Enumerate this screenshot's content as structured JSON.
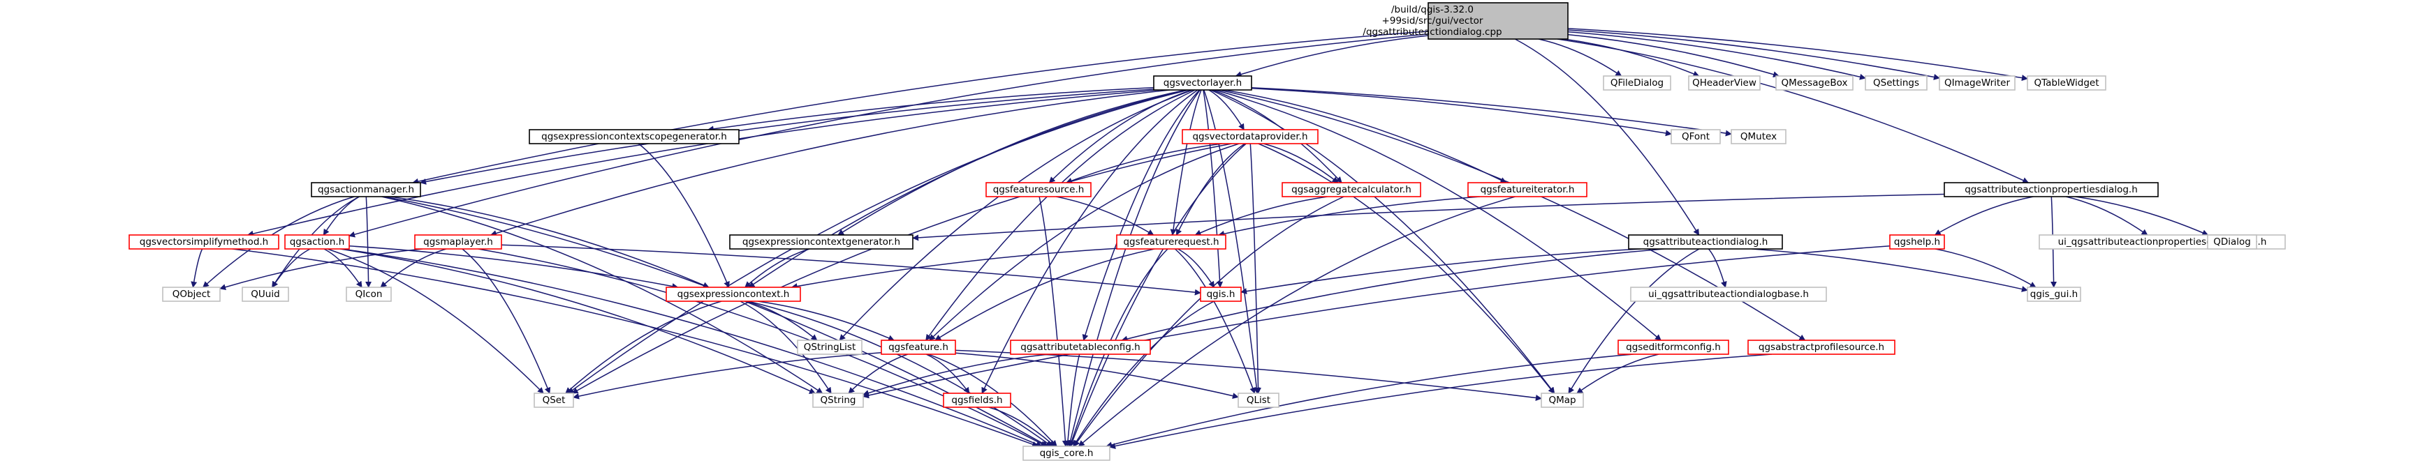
{
  "colors": {
    "edge": "#191970",
    "edge_gray": "#a9a9a9",
    "root_fill": "#bfbfbf",
    "root_border": "#000000",
    "doc_border": "#000000",
    "red_border": "#ff0000",
    "ext_border": "#bfbfbf",
    "node_fill": "#ffffff"
  },
  "nodes": [
    {
      "id": "root",
      "kind": "root",
      "lines": [
        "/build/qgis-3.32.0",
        "+99sid/src/gui/vector",
        "/qgsattributeactiondialog.cpp"
      ]
    },
    {
      "id": "vectorlayer",
      "kind": "doc",
      "lines": [
        "qgsvectorlayer.h"
      ]
    },
    {
      "id": "filedialog",
      "kind": "ext",
      "lines": [
        "QFileDialog"
      ]
    },
    {
      "id": "headerview",
      "kind": "ext",
      "lines": [
        "QHeaderView"
      ]
    },
    {
      "id": "messagebox",
      "kind": "ext",
      "lines": [
        "QMessageBox"
      ]
    },
    {
      "id": "settings",
      "kind": "ext",
      "lines": [
        "QSettings"
      ]
    },
    {
      "id": "imagewriter",
      "kind": "ext",
      "lines": [
        "QImageWriter"
      ]
    },
    {
      "id": "tablewidget",
      "kind": "ext",
      "lines": [
        "QTableWidget"
      ]
    },
    {
      "id": "scopegen",
      "kind": "doc",
      "lines": [
        "qgsexpressioncontextscopegenerator.h"
      ]
    },
    {
      "id": "dataprovider",
      "kind": "red",
      "lines": [
        "qgsvectordataprovider.h"
      ]
    },
    {
      "id": "qfont",
      "kind": "ext",
      "lines": [
        "QFont"
      ]
    },
    {
      "id": "qmutex",
      "kind": "ext",
      "lines": [
        "QMutex"
      ]
    },
    {
      "id": "actionmanager",
      "kind": "doc",
      "lines": [
        "qgsactionmanager.h"
      ]
    },
    {
      "id": "featuresource",
      "kind": "red",
      "lines": [
        "qgsfeaturesource.h"
      ]
    },
    {
      "id": "aggcalc",
      "kind": "red",
      "lines": [
        "qgsaggregatecalculator.h"
      ]
    },
    {
      "id": "featureiterator",
      "kind": "red",
      "lines": [
        "qgsfeatureiterator.h"
      ]
    },
    {
      "id": "actionpropdialog",
      "kind": "doc",
      "lines": [
        "qgsattributeactionpropertiesdialog.h"
      ]
    },
    {
      "id": "simplifymethod",
      "kind": "red",
      "lines": [
        "qgsvectorsimplifymethod.h"
      ]
    },
    {
      "id": "qgsaction",
      "kind": "red",
      "lines": [
        "qgsaction.h"
      ]
    },
    {
      "id": "mapplayer",
      "kind": "red",
      "lines": [
        "qgsmaplayer.h"
      ]
    },
    {
      "id": "contextgen",
      "kind": "doc",
      "lines": [
        "qgsexpressioncontextgenerator.h"
      ]
    },
    {
      "id": "featurerequest",
      "kind": "red",
      "lines": [
        "qgsfeaturerequest.h"
      ]
    },
    {
      "id": "actiondialog",
      "kind": "doc",
      "lines": [
        "qgsattributeactiondialog.h"
      ]
    },
    {
      "id": "qgshelp",
      "kind": "red",
      "lines": [
        "qgshelp.h"
      ]
    },
    {
      "id": "ui_actionprop",
      "kind": "ext",
      "lines": [
        "ui_qgsattributeactionpropertiesdialogbase.h"
      ]
    },
    {
      "id": "qdialog",
      "kind": "ext",
      "lines": [
        "QDialog"
      ]
    },
    {
      "id": "qobject",
      "kind": "ext",
      "lines": [
        "QObject"
      ]
    },
    {
      "id": "quuid",
      "kind": "ext",
      "lines": [
        "QUuid"
      ]
    },
    {
      "id": "qicon",
      "kind": "ext",
      "lines": [
        "QIcon"
      ]
    },
    {
      "id": "exprcontext",
      "kind": "red",
      "lines": [
        "qgsexpressioncontext.h"
      ]
    },
    {
      "id": "qgis",
      "kind": "red",
      "lines": [
        "qgis.h"
      ]
    },
    {
      "id": "ui_actiondialog",
      "kind": "ext",
      "lines": [
        "ui_qgsattributeactiondialogbase.h"
      ]
    },
    {
      "id": "qgis_gui",
      "kind": "ext",
      "lines": [
        "qgis_gui.h"
      ]
    },
    {
      "id": "qstringlist",
      "kind": "ext",
      "lines": [
        "QStringList"
      ]
    },
    {
      "id": "qgsfeature",
      "kind": "red",
      "lines": [
        "qgsfeature.h"
      ]
    },
    {
      "id": "attrtableconfig",
      "kind": "red",
      "lines": [
        "qgsattributetableconfig.h"
      ]
    },
    {
      "id": "editformconfig",
      "kind": "red",
      "lines": [
        "qgseditformconfig.h"
      ]
    },
    {
      "id": "abstractprofile",
      "kind": "red",
      "lines": [
        "qgsabstractprofilesource.h"
      ]
    },
    {
      "id": "qset",
      "kind": "ext",
      "lines": [
        "QSet"
      ]
    },
    {
      "id": "qstring",
      "kind": "ext",
      "lines": [
        "QString"
      ]
    },
    {
      "id": "qlist",
      "kind": "ext",
      "lines": [
        "QList"
      ]
    },
    {
      "id": "qmap",
      "kind": "ext",
      "lines": [
        "QMap"
      ]
    },
    {
      "id": "qgsfields",
      "kind": "red",
      "lines": [
        "qgsfields.h"
      ]
    },
    {
      "id": "qgis_core",
      "kind": "ext",
      "lines": [
        "qgis_core.h"
      ]
    }
  ],
  "edges": [
    [
      "root",
      "vectorlayer"
    ],
    [
      "root",
      "filedialog"
    ],
    [
      "root",
      "headerview"
    ],
    [
      "root",
      "messagebox"
    ],
    [
      "root",
      "settings"
    ],
    [
      "root",
      "imagewriter"
    ],
    [
      "root",
      "tablewidget"
    ],
    [
      "root",
      "actiondialog"
    ],
    [
      "root",
      "actionpropdialog"
    ],
    [
      "root",
      "actionmanager"
    ],
    [
      "root",
      "qgsaction"
    ],
    [
      "vectorlayer",
      "scopegen"
    ],
    [
      "vectorlayer",
      "dataprovider"
    ],
    [
      "vectorlayer",
      "qfont"
    ],
    [
      "vectorlayer",
      "qmutex"
    ],
    [
      "vectorlayer",
      "actionmanager"
    ],
    [
      "vectorlayer",
      "featuresource"
    ],
    [
      "vectorlayer",
      "aggcalc"
    ],
    [
      "vectorlayer",
      "featureiterator"
    ],
    [
      "vectorlayer",
      "simplifymethod"
    ],
    [
      "vectorlayer",
      "mapplayer"
    ],
    [
      "vectorlayer",
      "contextgen"
    ],
    [
      "vectorlayer",
      "featurerequest"
    ],
    [
      "vectorlayer",
      "exprcontext"
    ],
    [
      "vectorlayer",
      "qgis"
    ],
    [
      "vectorlayer",
      "qstringlist"
    ],
    [
      "vectorlayer",
      "qgsfeature"
    ],
    [
      "vectorlayer",
      "attrtableconfig"
    ],
    [
      "vectorlayer",
      "editformconfig"
    ],
    [
      "vectorlayer",
      "abstractprofile"
    ],
    [
      "vectorlayer",
      "qset"
    ],
    [
      "vectorlayer",
      "qlist"
    ],
    [
      "vectorlayer",
      "qmap"
    ],
    [
      "vectorlayer",
      "qgsfields"
    ],
    [
      "vectorlayer",
      "qgis_core"
    ],
    [
      "scopegen",
      "exprcontext"
    ],
    [
      "dataprovider",
      "featuresource"
    ],
    [
      "dataprovider",
      "aggcalc"
    ],
    [
      "dataprovider",
      "featurerequest"
    ],
    [
      "dataprovider",
      "qgsfeature"
    ],
    [
      "dataprovider",
      "qset"
    ],
    [
      "dataprovider",
      "qlist"
    ],
    [
      "dataprovider",
      "qmap"
    ],
    [
      "dataprovider",
      "qgis_core"
    ],
    [
      "actionmanager",
      "qobject"
    ],
    [
      "actionmanager",
      "quuid"
    ],
    [
      "actionmanager",
      "qicon"
    ],
    [
      "actionmanager",
      "qgsaction"
    ],
    [
      "actionmanager",
      "exprcontext"
    ],
    [
      "actionmanager",
      "qstring"
    ],
    [
      "actionmanager",
      "qgis_core"
    ],
    [
      "featuresource",
      "featurerequest"
    ],
    [
      "featuresource",
      "qgis_core"
    ],
    [
      "aggcalc",
      "featurerequest"
    ],
    [
      "aggcalc",
      "qgis_core"
    ],
    [
      "featureiterator",
      "featurerequest"
    ],
    [
      "featureiterator",
      "qgis_core"
    ],
    [
      "actionpropdialog",
      "contextgen"
    ],
    [
      "actionpropdialog",
      "qgshelp"
    ],
    [
      "actionpropdialog",
      "ui_actionprop"
    ],
    [
      "actionpropdialog",
      "qdialog"
    ],
    [
      "actionpropdialog",
      "qgis_gui"
    ],
    [
      "simplifymethod",
      "qobject"
    ],
    [
      "simplifymethod",
      "qgis_core"
    ],
    [
      "qgsaction",
      "quuid"
    ],
    [
      "qgsaction",
      "qicon"
    ],
    [
      "qgsaction",
      "exprcontext"
    ],
    [
      "qgsaction",
      "qgis_core"
    ],
    [
      "qgsaction",
      "qset"
    ],
    [
      "qgsaction",
      "qstring"
    ],
    [
      "mapplayer",
      "qobject"
    ],
    [
      "mapplayer",
      "qicon"
    ],
    [
      "mapplayer",
      "qgis"
    ],
    [
      "mapplayer",
      "qset"
    ],
    [
      "mapplayer",
      "qgis_core"
    ],
    [
      "contextgen",
      "exprcontext"
    ],
    [
      "featurerequest",
      "exprcontext"
    ],
    [
      "featurerequest",
      "qgsfeature"
    ],
    [
      "featurerequest",
      "qgis"
    ],
    [
      "featurerequest",
      "qlist"
    ],
    [
      "featurerequest",
      "qgis_core"
    ],
    [
      "actiondialog",
      "qgis"
    ],
    [
      "actiondialog",
      "ui_actiondialog"
    ],
    [
      "actiondialog",
      "qgis_gui"
    ],
    [
      "actiondialog",
      "attrtableconfig"
    ],
    [
      "actiondialog",
      "qmap"
    ],
    [
      "qgshelp",
      "qgis_gui"
    ],
    [
      "qgshelp",
      "qstring"
    ],
    [
      "exprcontext",
      "qstringlist"
    ],
    [
      "exprcontext",
      "qgsfeature"
    ],
    [
      "exprcontext",
      "qset"
    ],
    [
      "exprcontext",
      "qstring"
    ],
    [
      "exprcontext",
      "qgis_core"
    ],
    [
      "qgis",
      "qgis_core"
    ],
    [
      "qgsfeature",
      "qset"
    ],
    [
      "qgsfeature",
      "qstring"
    ],
    [
      "qgsfeature",
      "qlist"
    ],
    [
      "qgsfeature",
      "qmap"
    ],
    [
      "qgsfeature",
      "qgsfields"
    ],
    [
      "qgsfeature",
      "qgis_core"
    ],
    [
      "attrtableconfig",
      "qstring"
    ],
    [
      "attrtableconfig",
      "qgis_core"
    ],
    [
      "editformconfig",
      "qmap"
    ],
    [
      "editformconfig",
      "qgis_core"
    ],
    [
      "abstractprofile",
      "qgis_core"
    ],
    [
      "qgsfields",
      "qgis_core"
    ]
  ]
}
